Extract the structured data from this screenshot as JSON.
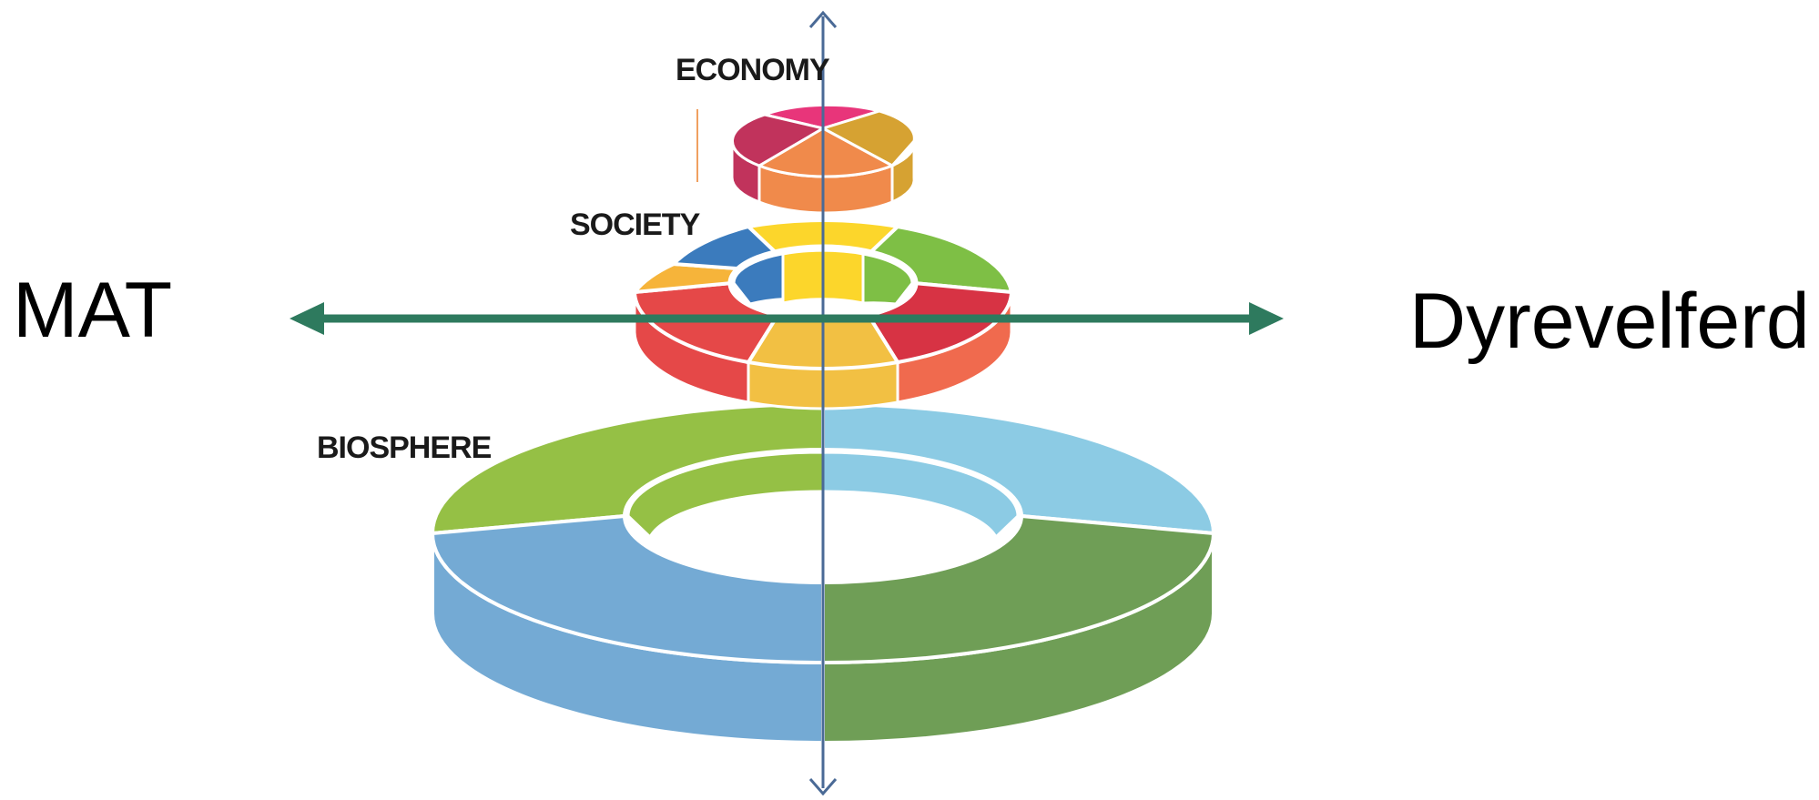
{
  "labels": {
    "left": "MAT",
    "right": "Dyrevelferd"
  },
  "tiers": [
    {
      "key": "economy",
      "label": "ECONOMY"
    },
    {
      "key": "society",
      "label": "SOCIETY"
    },
    {
      "key": "biosphere",
      "label": "BIOSPHERE"
    }
  ],
  "colors": {
    "horizontal_arrow": "#2e7a5e",
    "vertical_axis": "#4a6a96",
    "economy": [
      "#e8357a",
      "#d6a232",
      "#f08a4b",
      "#c1335c"
    ],
    "society": [
      "#fcd62b",
      "#7ebf45",
      "#d73344",
      "#f06a4e",
      "#f2c043",
      "#e54848",
      "#f6b43a",
      "#3b7bbd"
    ],
    "biosphere": [
      "#95c045",
      "#8ccbe4",
      "#6f9e56",
      "#74aad4"
    ]
  }
}
